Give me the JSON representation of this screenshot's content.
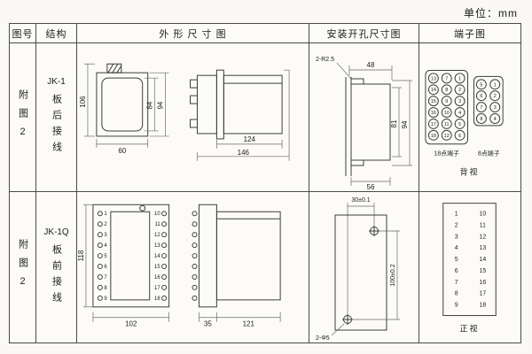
{
  "unit_label": "单位：mm",
  "headers": {
    "fig_no": "图号",
    "structure": "结构",
    "outline": "外 形 尺 寸 图",
    "install": "安装开孔尺寸图",
    "terminal": "端子图"
  },
  "row1": {
    "fig_no": "附图2",
    "model": "JK-1",
    "wiring": "板后接线",
    "outline": {
      "dim_total_height": "106",
      "dim_inner_height": "84",
      "dim_body_height": "94",
      "dim_front_width": "60",
      "dim_body_width": "124",
      "dim_total_width": "146"
    },
    "install": {
      "note_radius": "2-R2.5",
      "dim_top_width": "48",
      "dim_inner_height": "81",
      "dim_outer_height": "94",
      "dim_bottom_width": "56"
    },
    "terminal": {
      "block18_label": "18点端子",
      "block8_label": "8点端子",
      "view_label": "背视",
      "t18": [
        "13",
        "7",
        "1",
        "14",
        "8",
        "2",
        "15",
        "9",
        "3",
        "16",
        "10",
        "4",
        "17",
        "11",
        "5",
        "18",
        "12",
        "6"
      ],
      "t8": [
        "5",
        "1",
        "6",
        "2",
        "7",
        "3",
        "8",
        "4"
      ]
    }
  },
  "row2": {
    "fig_no": "附图2",
    "model": "JK-1Q",
    "wiring": "板前接线",
    "outline": {
      "dim_height": "118",
      "dim_width": "102",
      "dim_depth_front": "35",
      "dim_depth_body": "121",
      "left_terminals": [
        "1",
        "2",
        "3",
        "4",
        "5",
        "6",
        "7",
        "8",
        "9"
      ],
      "right_terminals": [
        "10",
        "11",
        "12",
        "13",
        "14",
        "15",
        "16",
        "17",
        "18"
      ]
    },
    "install": {
      "dim_width": "30±0.1",
      "dim_height": "100±0.2",
      "note_holes": "2-Φ5"
    },
    "terminal": {
      "left": [
        "1",
        "2",
        "3",
        "4",
        "5",
        "6",
        "7",
        "8",
        "9"
      ],
      "right": [
        "10",
        "11",
        "12",
        "13",
        "14",
        "15",
        "16",
        "17",
        "18"
      ],
      "view_label": "正视"
    }
  }
}
